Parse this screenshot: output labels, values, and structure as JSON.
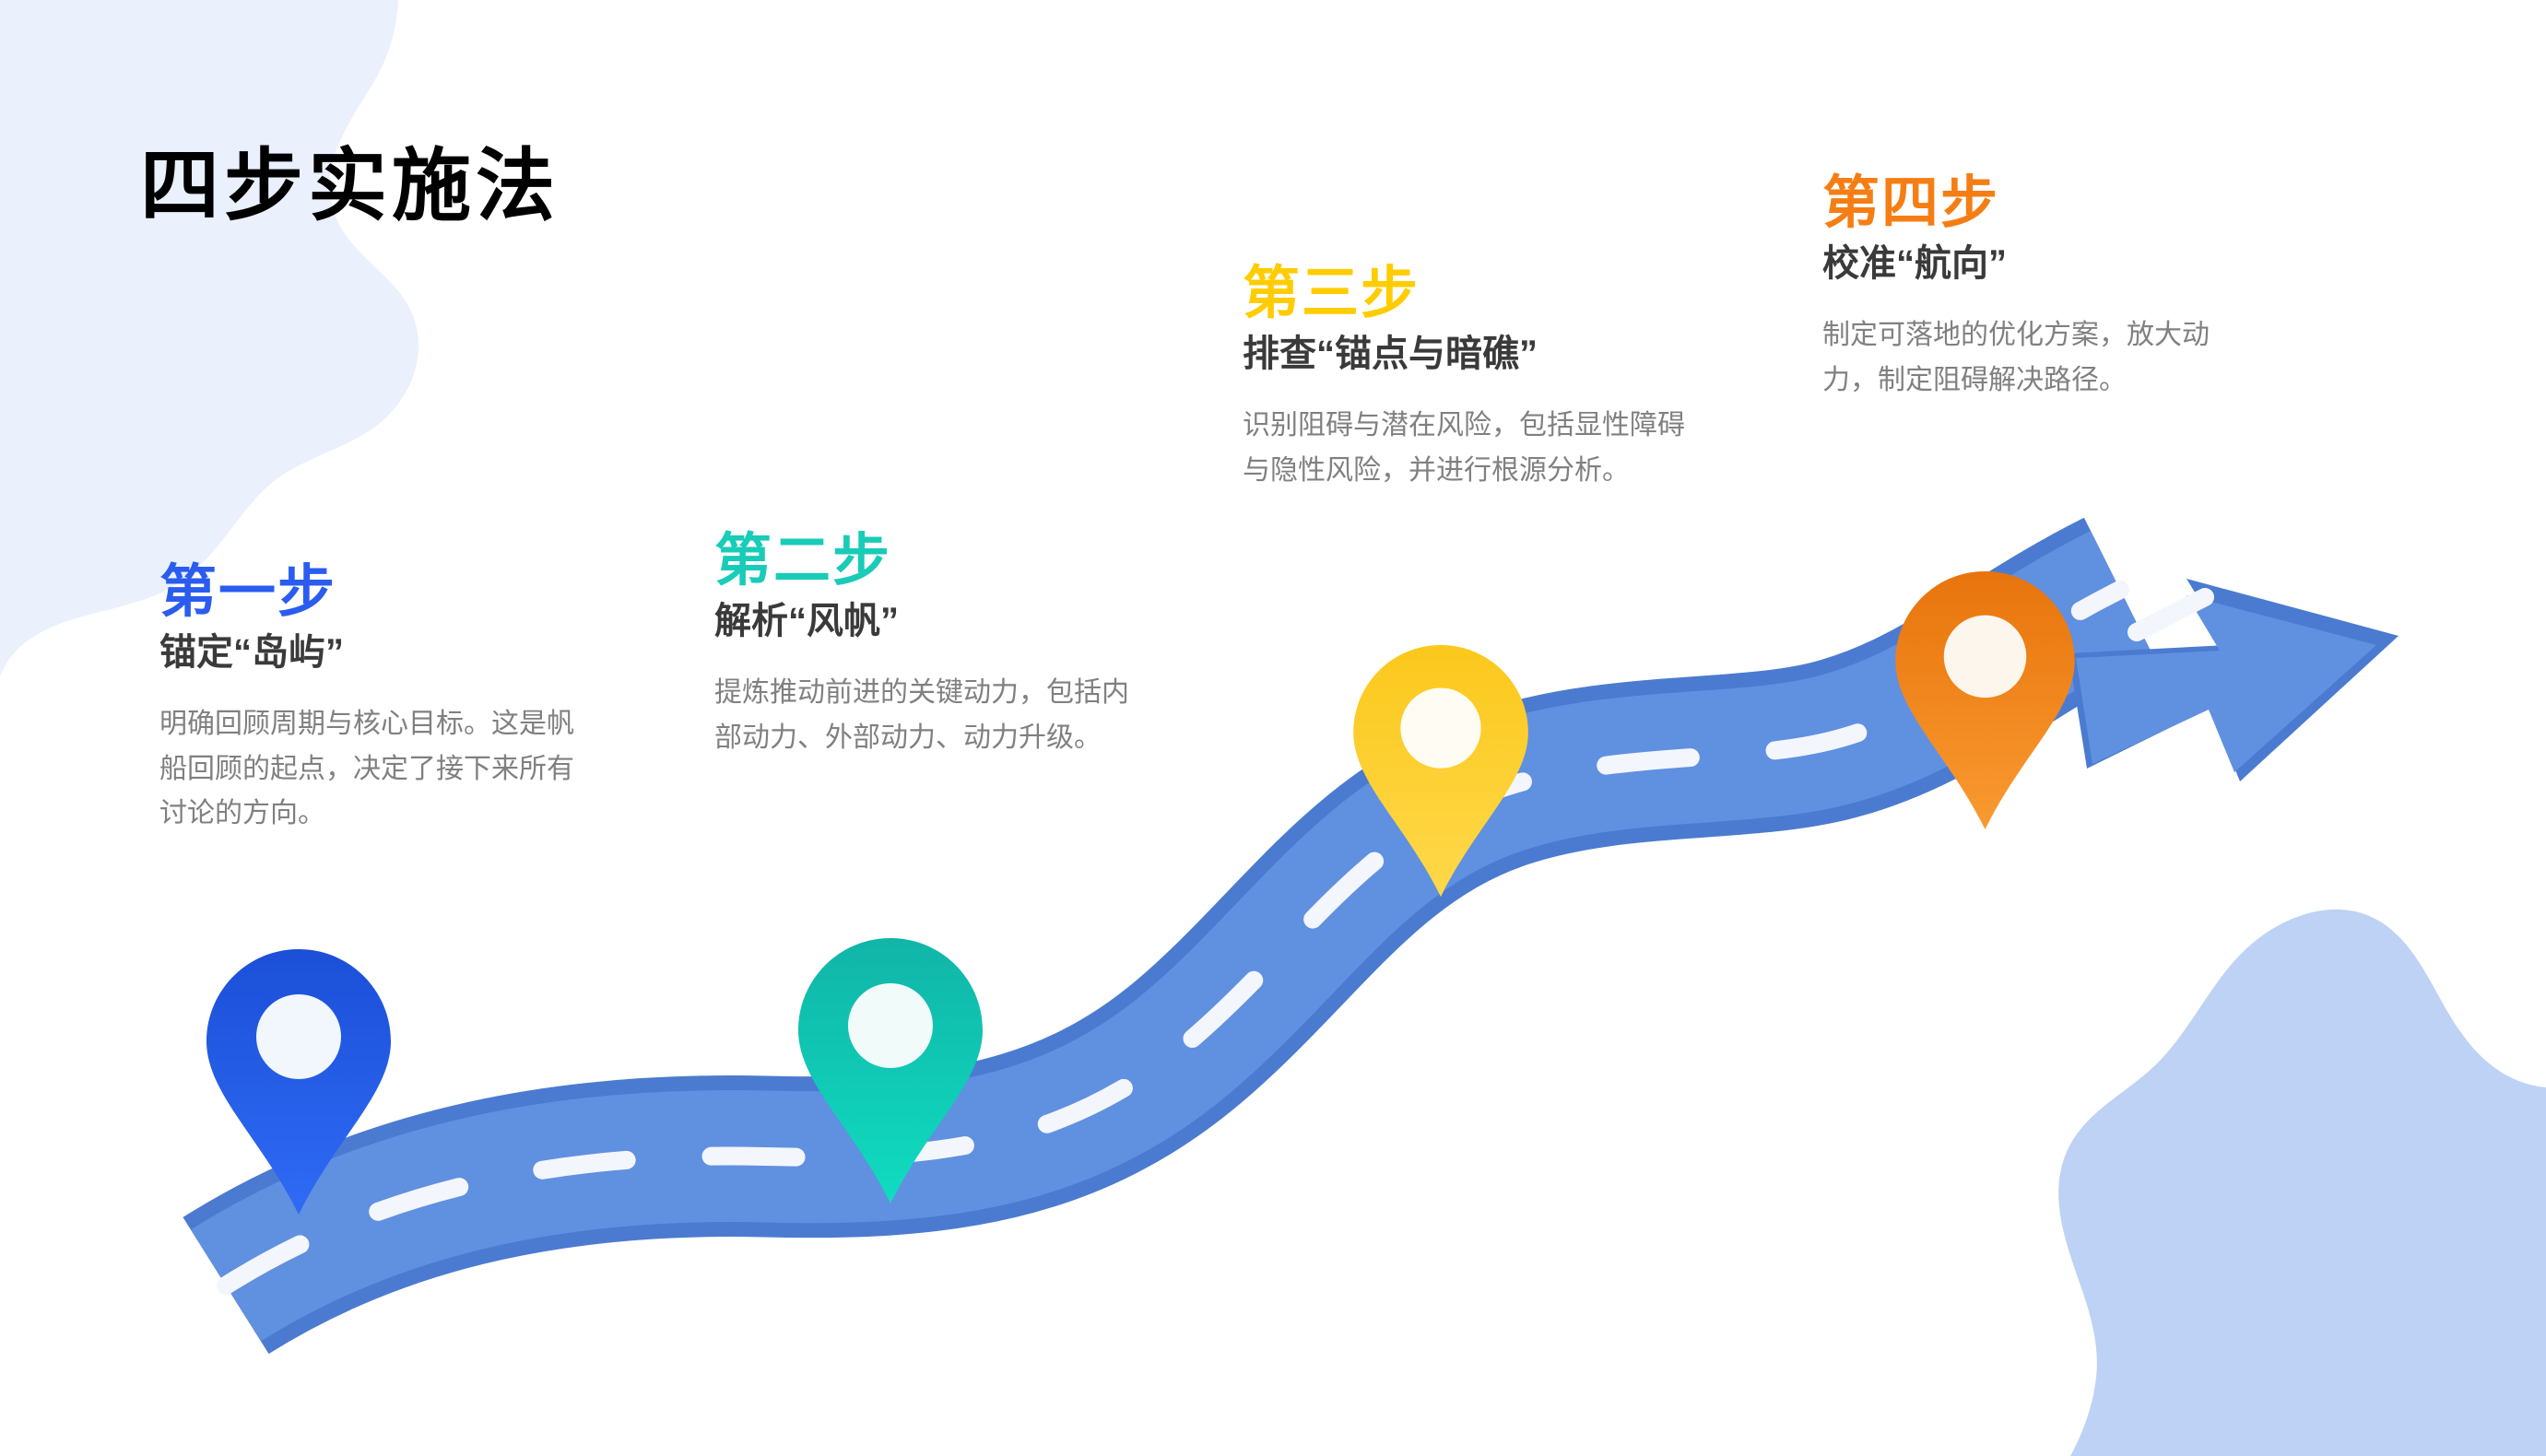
{
  "page": {
    "title": "四步实施法",
    "title_color": "#2B5CF0",
    "background_color": "#FFFFFF"
  },
  "decor": {
    "blob_top_left_color": "#EAF0FC",
    "blob_bottom_right_color": "#BDD2F5"
  },
  "road": {
    "fill_color": "#6090E0",
    "border_color": "#4B7BD0",
    "dash_color": "#F3F6FC",
    "arrow_direction": "up-right",
    "dash_count": 13
  },
  "steps": [
    {
      "id": "step-1",
      "number": "第一步",
      "title": "锚定“岛屿”",
      "desc": "明确回顾周期与核心目标。这是帆船回顾的起点，决定了接下来所有讨论的方向。",
      "accent_color": "#2B5CF0",
      "pin_color_top": "#1B4FD8",
      "pin_color_bottom": "#2F6BF5",
      "pin_inner_color": "#F2F6FD"
    },
    {
      "id": "step-2",
      "number": "第二步",
      "title": "解析“风帆”",
      "desc": "提炼推动前进的关键动力，包括内部动力、外部动力、动力升级。",
      "accent_color": "#18CCB8",
      "pin_color_top": "#11B5A8",
      "pin_color_bottom": "#0FDCC0",
      "pin_inner_color": "#F0FBFA"
    },
    {
      "id": "step-3",
      "number": "第三步",
      "title": "排查“锚点与暗礁”",
      "desc": "识别阻碍与潜在风险，包括显性障碍与隐性风险，并进行根源分析。",
      "accent_color": "#FFCC00",
      "pin_color_top": "#FBC81C",
      "pin_color_bottom": "#FFD84A",
      "pin_inner_color": "#FEFCF3"
    },
    {
      "id": "step-4",
      "number": "第四步",
      "title": "校准“航向”",
      "desc": "制定可落地的优化方案，放大动力，制定阻碍解决路径。",
      "accent_color": "#F57E14",
      "pin_color_top": "#E8740C",
      "pin_color_bottom": "#F99A31",
      "pin_inner_color": "#FDF6EC"
    }
  ]
}
